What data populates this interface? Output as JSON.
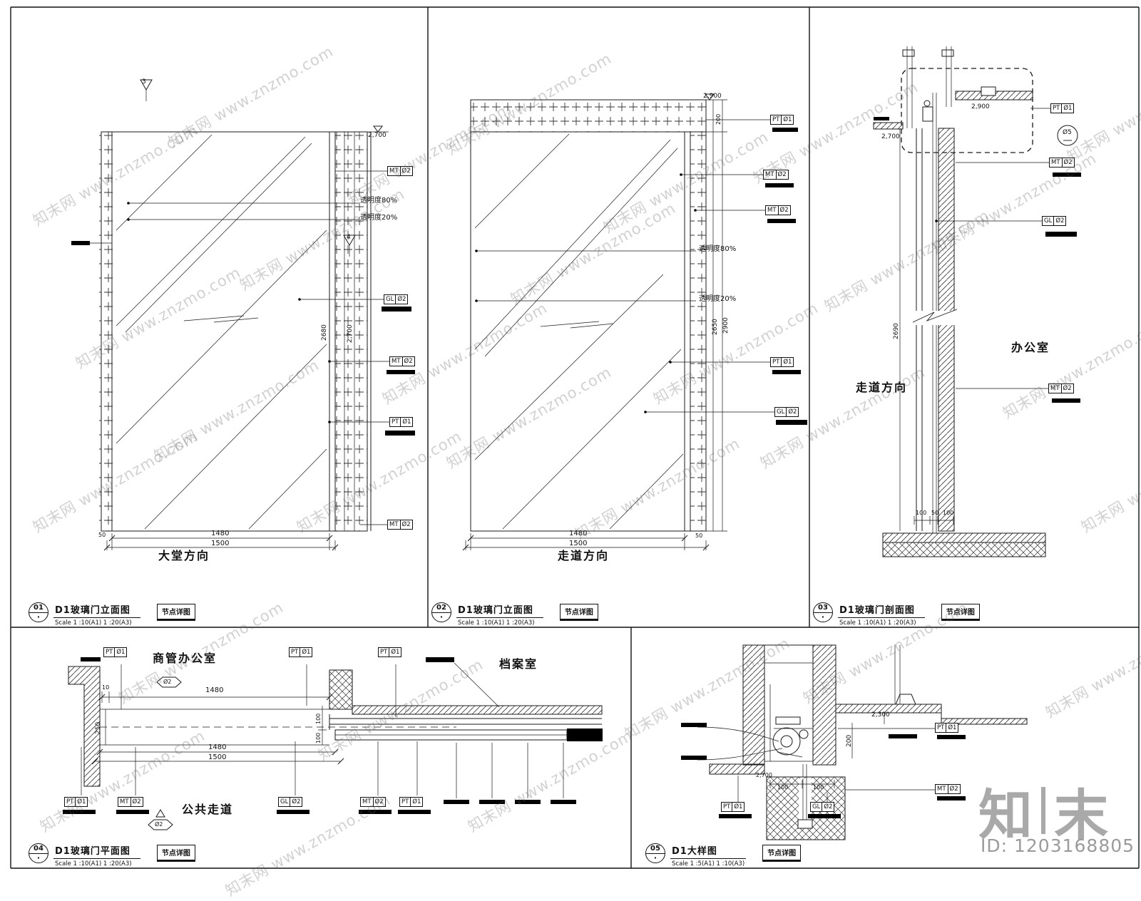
{
  "watermark": {
    "text": "知末网 www.znzmo.com",
    "logo_a": "知",
    "logo_b": "末",
    "id_text": "ID: 1203168805"
  },
  "titleblocks": [
    {
      "num": "01",
      "title": "D1玻璃门立面图",
      "scale": "Scale  1 :10(A1) 1 :20(A3)",
      "note": "节点详图"
    },
    {
      "num": "02",
      "title": "D1玻璃门立面图",
      "scale": "Scale  1 :10(A1) 1 :20(A3)",
      "note": "节点详图"
    },
    {
      "num": "03",
      "title": "D1玻璃门剖面图",
      "scale": "Scale  1 :10(A1) 1 :20(A3)",
      "note": "节点详图"
    },
    {
      "num": "04",
      "title": "D1玻璃门平面图",
      "scale": "Scale  1 :10(A1) 1 :20(A3)",
      "note": "节点详图"
    },
    {
      "num": "05",
      "title": "D1大样图",
      "scale": "Scale  1 :5(A1) 1 :10(A3)",
      "note": "节点详图"
    }
  ],
  "p1": {
    "marker3": "3",
    "marker4": "4",
    "dim_top": "2,700",
    "dim_v1": "2680",
    "dim_v2": "2,700",
    "dim_50": "50",
    "dim_w1": "1480",
    "dim_w2": "1500",
    "trans80": "透明度80%",
    "trans20": "透明度20%",
    "direction": "大堂方向",
    "tags": [
      {
        "c": "MT",
        "n": "Ø2"
      },
      {
        "c": "GL",
        "n": "Ø2"
      },
      {
        "c": "MT",
        "n": "Ø2"
      },
      {
        "c": "PT",
        "n": "Ø1"
      },
      {
        "c": "MT",
        "n": "Ø2"
      }
    ]
  },
  "p2": {
    "dim_top": "2,900",
    "dim_200": "200",
    "dim_v1": "2650",
    "dim_v2": "2900",
    "dim_50": "50",
    "dim_w1": "1480",
    "dim_w2": "1500",
    "trans80": "透明度80%",
    "trans20": "透明度20%",
    "direction": "走道方向",
    "tags": [
      {
        "c": "PT",
        "n": "Ø1"
      },
      {
        "c": "MT",
        "n": "Ø2"
      },
      {
        "c": "MT",
        "n": "Ø2"
      },
      {
        "c": "PT",
        "n": "Ø1"
      },
      {
        "c": "GL",
        "n": "Ø2"
      }
    ]
  },
  "p3": {
    "dim_c1": "2,900",
    "dim_c2": "2,700",
    "dim_v": "2690",
    "dim_b1": "100",
    "dim_b2": "50",
    "dim_b3": "100",
    "circle_label": "Ø5",
    "room": "办公室",
    "direction": "走道方向",
    "tags": [
      {
        "c": "PT",
        "n": "Ø1"
      },
      {
        "c": "MT",
        "n": "Ø2"
      },
      {
        "c": "GL",
        "n": "Ø2"
      },
      {
        "c": "MT",
        "n": "Ø2"
      }
    ]
  },
  "p4": {
    "room1": "商管办公室",
    "room2": "档案室",
    "corridor": "公共走道",
    "sym": "Ø2",
    "dim_10": "10",
    "dim_w1": "1480",
    "dim_250": "250",
    "dim_w2": "1480",
    "dim_w3": "1500",
    "dim_100a": "100",
    "dim_100b": "100",
    "tags_top": [
      {
        "c": "PT",
        "n": "Ø1"
      },
      {
        "c": "PT",
        "n": "Ø1"
      },
      {
        "c": "PT",
        "n": "Ø1"
      }
    ],
    "tags_bottom": [
      {
        "c": "PT",
        "n": "Ø1"
      },
      {
        "c": "MT",
        "n": "Ø2"
      },
      {
        "c": "GL",
        "n": "Ø2"
      },
      {
        "c": "MT",
        "n": "Ø2"
      },
      {
        "c": "PT",
        "n": "Ø1"
      }
    ]
  },
  "p5": {
    "dim_2300": "2,300",
    "dim_200": "200",
    "dim_2700": "2,700",
    "dim_100a": "100",
    "dim_100b": "100",
    "tags_right": [
      {
        "c": "PT",
        "n": "Ø1"
      },
      {
        "c": "MT",
        "n": "Ø2"
      }
    ],
    "tags_bottom": [
      {
        "c": "PT",
        "n": "Ø1"
      },
      {
        "c": "GL",
        "n": "Ø2"
      }
    ]
  }
}
